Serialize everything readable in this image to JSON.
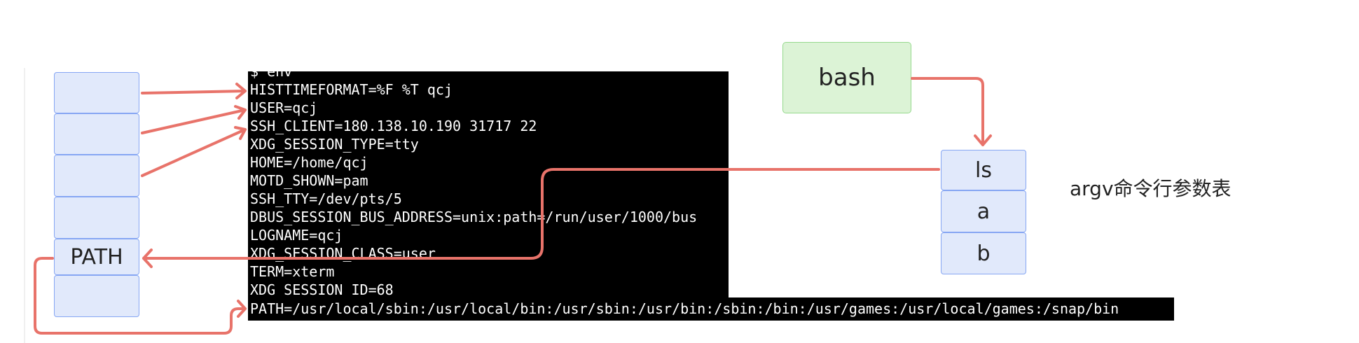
{
  "env_table": {
    "cells": [
      "",
      "",
      "",
      "",
      "PATH",
      ""
    ]
  },
  "terminal": {
    "lines": [
      "$ env",
      "HISTTIMEFORMAT=%F %T qcj",
      "USER=qcj",
      "SSH_CLIENT=180.138.10.190 31717 22",
      "XDG_SESSION_TYPE=tty",
      "HOME=/home/qcj",
      "MOTD_SHOWN=pam",
      "SSH_TTY=/dev/pts/5",
      "DBUS_SESSION_BUS_ADDRESS=unix:path=/run/user/1000/bus",
      "LOGNAME=qcj",
      "XDG_SESSION_CLASS=user",
      "TERM=xterm",
      "XDG_SESSION_ID=68"
    ],
    "path_line": "PATH=/usr/local/sbin:/usr/local/bin:/usr/sbin:/usr/bin:/sbin:/bin:/usr/games:/usr/local/games:/snap/bin"
  },
  "bash_box": "bash",
  "argv": {
    "cells": [
      "ls",
      "a",
      "b"
    ],
    "label": "argv命令行参数表"
  },
  "colors": {
    "arrow": "#e8736a",
    "cell_fill": "#e1e9fb",
    "bash_fill": "#dcf3d6"
  }
}
